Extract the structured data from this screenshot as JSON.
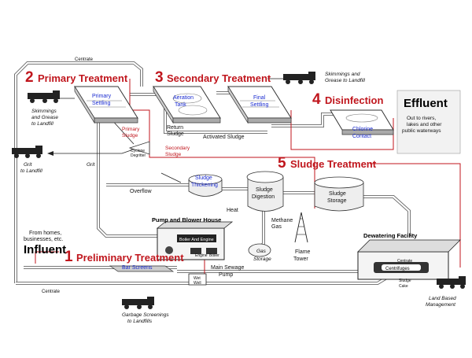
{
  "stages": {
    "primary": {
      "number": "2",
      "title": "Primary Treatment"
    },
    "secondary": {
      "number": "3",
      "title": "Secondary Treatment"
    },
    "disinfection": {
      "number": "4",
      "title": "Disinfection"
    },
    "sludge": {
      "number": "5",
      "title": "Sludge Treatment"
    },
    "preliminary": {
      "number": "1",
      "title": "Preliminary Treatment"
    }
  },
  "headings": {
    "effluent": "Effluent",
    "influent": "Influent"
  },
  "units": {
    "primary_settling": [
      "Primary",
      "Settling"
    ],
    "aeration_tank": [
      "Aeration",
      "Tank"
    ],
    "final_settling": [
      "Final",
      "Settling"
    ],
    "chlorine_contact": [
      "Chlorine",
      "Contact"
    ],
    "sludge_thickening": [
      "Sludge",
      "Thickening"
    ],
    "sludge_digestion": [
      "Sludge",
      "Digestion"
    ],
    "sludge_storage": [
      "Sludge",
      "Storage"
    ],
    "bar_screens": "Bar Screens",
    "centrifuges": "Centrifuges",
    "cyclone_degritter": [
      "Cyclone",
      "Degritter"
    ]
  },
  "labels": {
    "centrate_top": "Centrate",
    "centrate_mid": "Centrate",
    "centrate_bottom": "Centrate",
    "skimmings_primary": [
      "Skimmings",
      "and Grease",
      "to Landfill"
    ],
    "skimmings_secondary": [
      "Skimmings and",
      "Grease to Landfill"
    ],
    "grit": "Grit",
    "grit_landfill": [
      "Grit",
      "to Landfill"
    ],
    "primary_sludge": [
      "Primary",
      "Sludge"
    ],
    "return_sludge": [
      "Return",
      "Sludge"
    ],
    "activated_sludge": "Activated Sludge",
    "secondary_sludge": [
      "Secondary",
      "Sludge"
    ],
    "overflow": "Overflow",
    "heat": "Heat",
    "methane_gas": [
      "Methane",
      "Gas"
    ],
    "gas_storage": [
      "Gas",
      "Storage"
    ],
    "flame_tower": [
      "Flame",
      "Tower"
    ],
    "pump_blower_house": "Pump and Blower House",
    "boiler_engine": "Boiler And Engine",
    "engine": "Engine",
    "boiler": "Boiler",
    "main_sewage_pump": [
      "Main Sewage",
      "Pump"
    ],
    "wet_well": [
      "Wet",
      "Well"
    ],
    "dewatering_facility": "Dewatering Facility",
    "sludge_cake": [
      "Sludge",
      "Cake"
    ],
    "land_based": [
      "Land Based",
      "Management"
    ],
    "garbage_screenings": [
      "Garbage Screenings",
      "to Landfills"
    ],
    "from_homes": [
      "From homes,",
      "businesses, etc."
    ],
    "out_to_rivers": [
      "Out to rivers,",
      "lakes and other",
      "public waterways"
    ]
  },
  "colors": {
    "stage_red": "#c0161d",
    "unit_blue": "#1a2bd0",
    "pipe_grey": "#666666"
  }
}
